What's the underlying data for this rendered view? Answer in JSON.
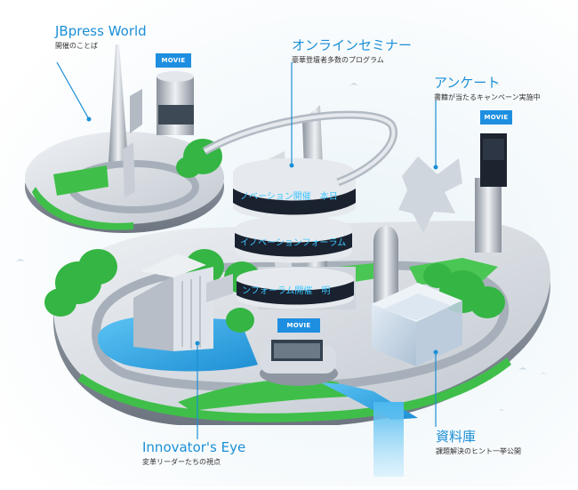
{
  "areas": {
    "jbpress_world": {
      "title": "JBpress World",
      "subtitle": "開催のことば"
    },
    "online_seminar": {
      "title": "オンラインセミナー",
      "subtitle": "豪華登壇者多数のプログラム"
    },
    "survey": {
      "title": "アンケート",
      "subtitle": "書籍が当たるキャンペーン実施中"
    },
    "innovators_eye": {
      "title": "Innovator's Eye",
      "subtitle": "変革リーダーたちの視点"
    },
    "resources": {
      "title": "資料庫",
      "subtitle": "課題解決のヒント一挙公開"
    }
  },
  "movie_badges": [
    "MOVIE",
    "MOVIE",
    "MOVIE"
  ],
  "tower_banner": {
    "band1": "ノベーション開催　本日",
    "band2": "イノベーションフォーラム",
    "band3": "ンフォーラム開催　明"
  },
  "colors": {
    "accent": "#1b8fd6",
    "grass": "#3fbf4a",
    "water": "#2aa8e8",
    "metal": "#c9ced6"
  }
}
